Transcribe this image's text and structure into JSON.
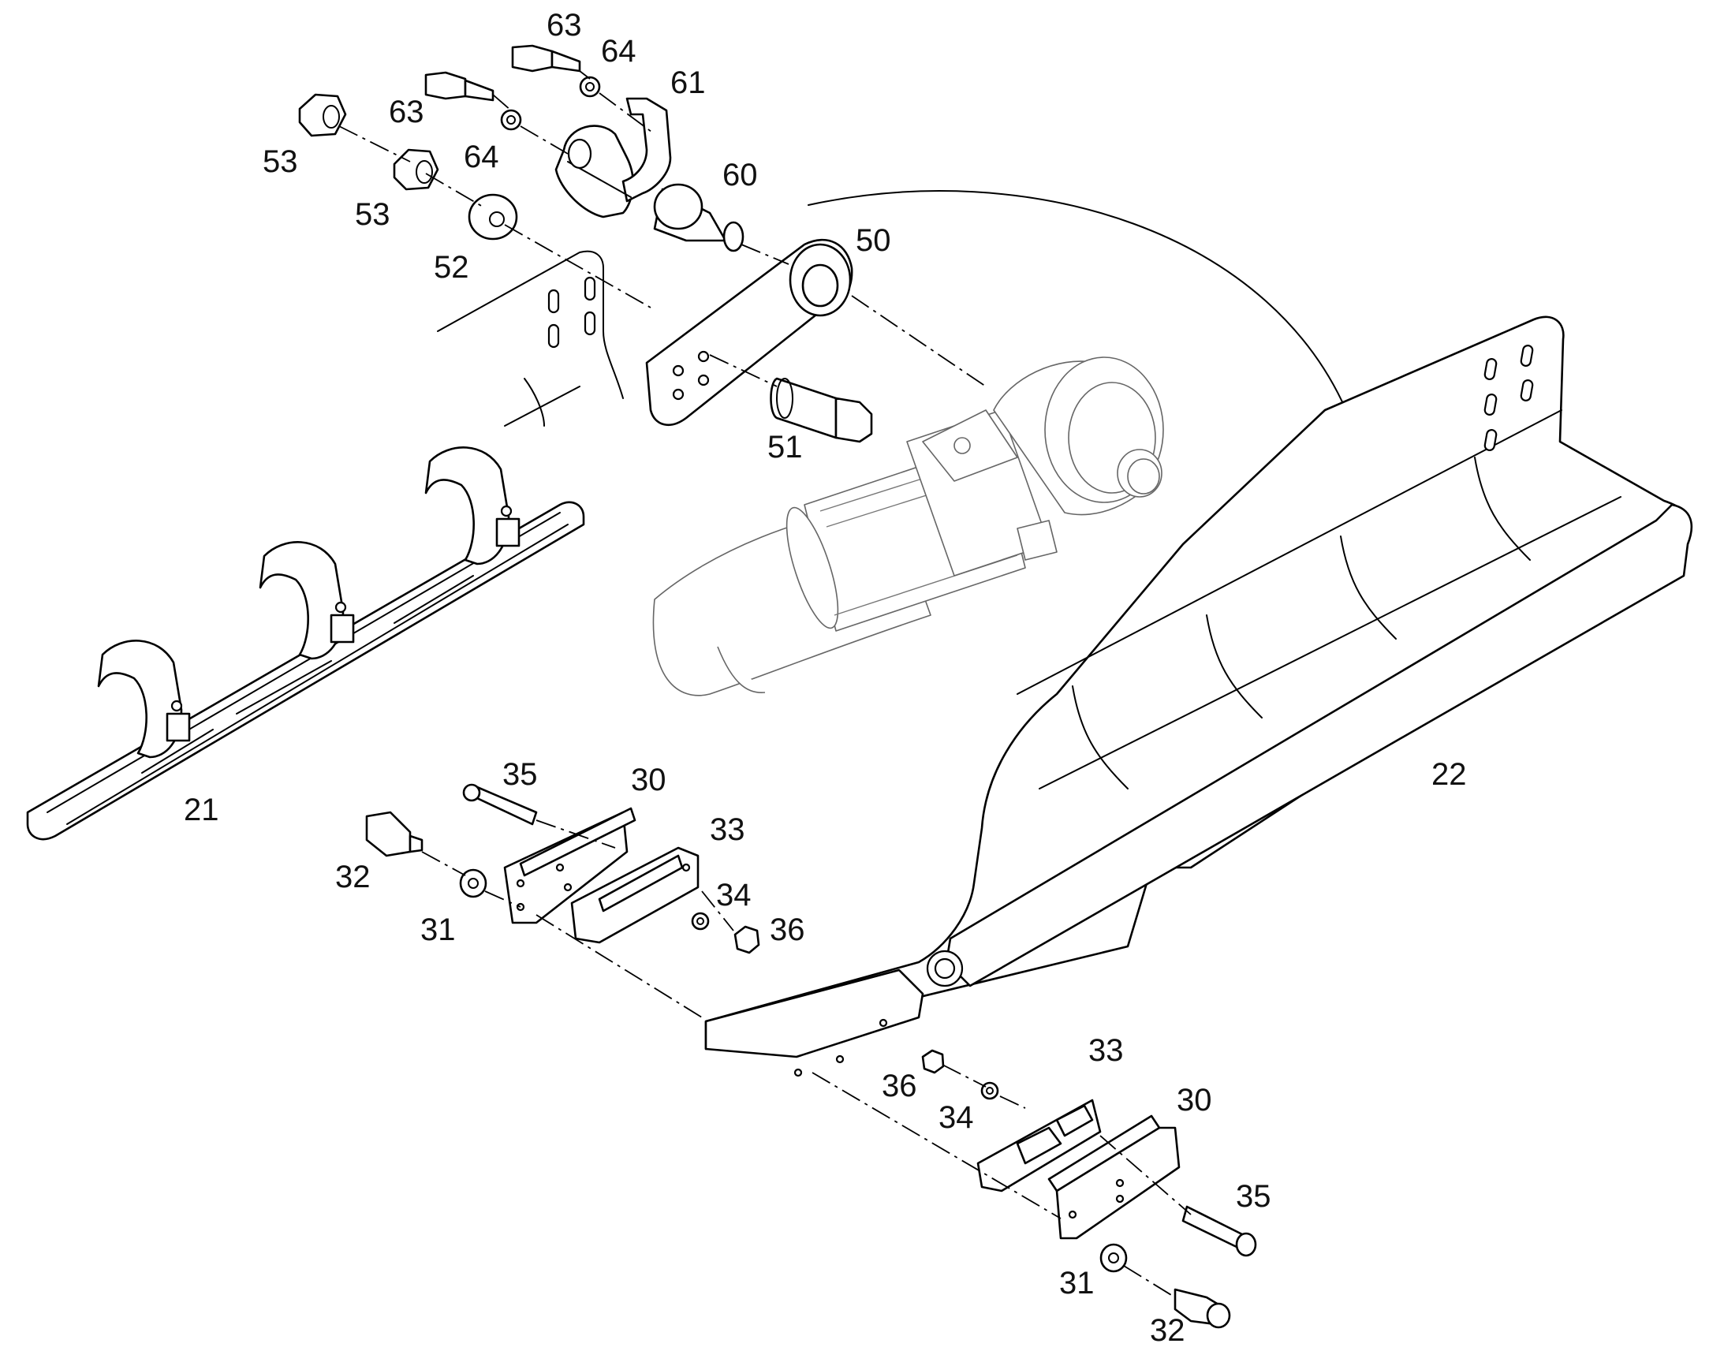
{
  "diagram": {
    "callouts": [
      {
        "id": "c63a",
        "text": "63"
      },
      {
        "id": "c64a",
        "text": "64"
      },
      {
        "id": "c61",
        "text": "61"
      },
      {
        "id": "c63b",
        "text": "63"
      },
      {
        "id": "c53a",
        "text": "53"
      },
      {
        "id": "c64b",
        "text": "64"
      },
      {
        "id": "c60",
        "text": "60"
      },
      {
        "id": "c53b",
        "text": "53"
      },
      {
        "id": "c50",
        "text": "50"
      },
      {
        "id": "c52",
        "text": "52"
      },
      {
        "id": "c51",
        "text": "51"
      },
      {
        "id": "c21",
        "text": "21"
      },
      {
        "id": "c22",
        "text": "22"
      },
      {
        "id": "c35a",
        "text": "35"
      },
      {
        "id": "c30a",
        "text": "30"
      },
      {
        "id": "c33a",
        "text": "33"
      },
      {
        "id": "c32a",
        "text": "32"
      },
      {
        "id": "c34a",
        "text": "34"
      },
      {
        "id": "c31a",
        "text": "31"
      },
      {
        "id": "c36a",
        "text": "36"
      },
      {
        "id": "c33b",
        "text": "33"
      },
      {
        "id": "c36b",
        "text": "36"
      },
      {
        "id": "c30b",
        "text": "30"
      },
      {
        "id": "c34b",
        "text": "34"
      },
      {
        "id": "c35b",
        "text": "35"
      },
      {
        "id": "c31b",
        "text": "31"
      },
      {
        "id": "c32b",
        "text": "32"
      }
    ]
  }
}
